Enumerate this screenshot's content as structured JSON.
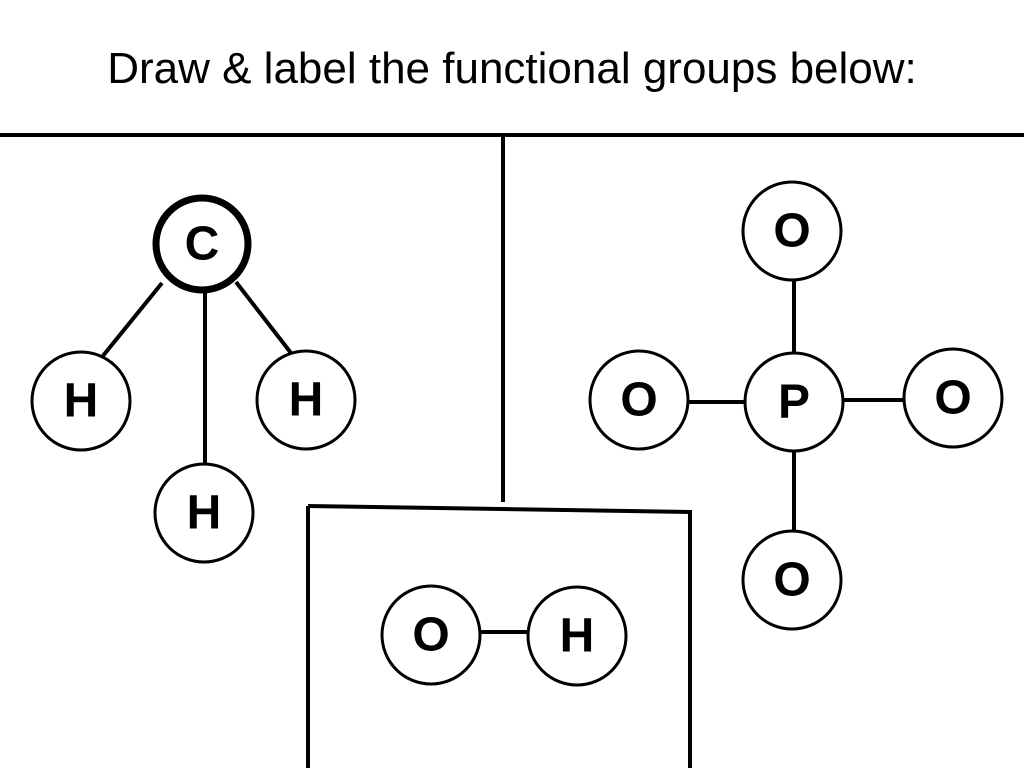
{
  "slide": {
    "title": "Draw & label the functional groups below:"
  },
  "colors": {
    "stroke": "#000000",
    "fill": "#ffffff",
    "text": "#000000"
  },
  "groups": {
    "methyl": {
      "atoms": [
        {
          "id": "c",
          "symbol": "C",
          "emphasized": true
        },
        {
          "id": "h_left",
          "symbol": "H"
        },
        {
          "id": "h_right",
          "symbol": "H"
        },
        {
          "id": "h_bottom",
          "symbol": "H"
        }
      ]
    },
    "phosphate": {
      "atoms": [
        {
          "id": "p",
          "symbol": "P"
        },
        {
          "id": "o_top",
          "symbol": "O"
        },
        {
          "id": "o_left",
          "symbol": "O"
        },
        {
          "id": "o_right",
          "symbol": "O"
        },
        {
          "id": "o_bottom",
          "symbol": "O"
        }
      ]
    },
    "hydroxyl": {
      "atoms": [
        {
          "id": "o",
          "symbol": "O"
        },
        {
          "id": "h",
          "symbol": "H"
        }
      ]
    }
  }
}
